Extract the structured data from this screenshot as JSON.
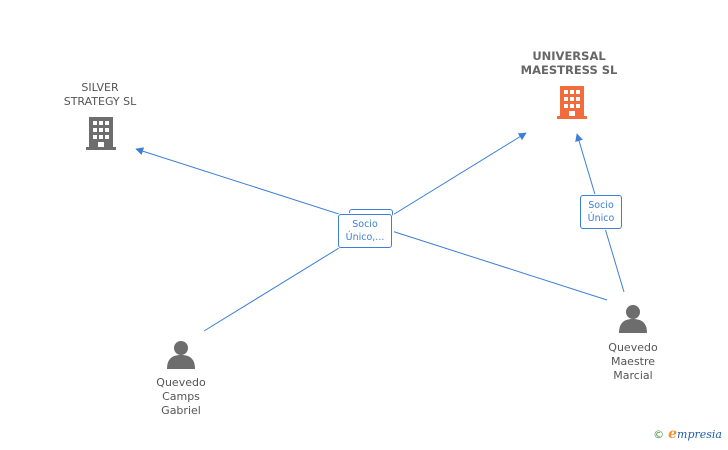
{
  "colors": {
    "edge": "#3c7fd6",
    "company_gray": "#6d6d6d",
    "company_main": "#f26b3a",
    "person": "#6d6d6d"
  },
  "nodes": {
    "silver": {
      "label": "SILVER\nSTRATEGY SL",
      "icon": "building-icon"
    },
    "universal": {
      "label": "UNIVERSAL\nMAESTRESS SL",
      "icon": "building-icon"
    },
    "gabriel": {
      "label": "Quevedo\nCamps\nGabriel",
      "icon": "person-icon"
    },
    "marcial": {
      "label": "Quevedo\nMaestre\nMarcial",
      "icon": "person-icon"
    }
  },
  "edges": {
    "center_label": "Socio\nÚnico,...",
    "right_label": "Socio\nÚnico"
  },
  "watermark": {
    "copyright": "©",
    "brand": "mpresia",
    "brand_initial": "e"
  }
}
